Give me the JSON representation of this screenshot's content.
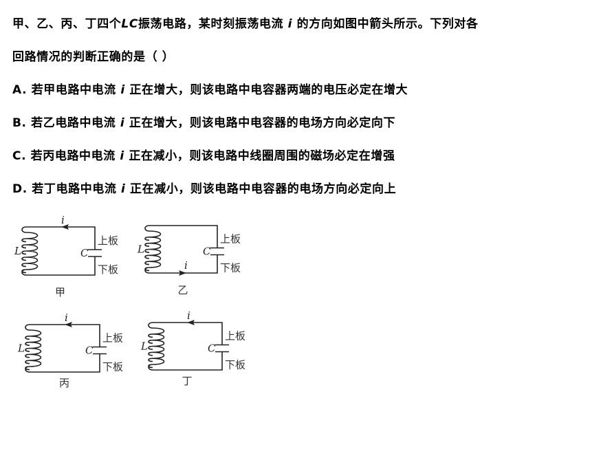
{
  "question": {
    "stem_line1_a": "甲、乙、丙、丁四个",
    "stem_lc": "LC",
    "stem_line1_b": "振荡电路，某时刻振荡电流",
    "stem_i": "i",
    "stem_line1_c": "的方向如图中箭头所示。下列对各",
    "stem_line2": "回路情况的判断正确的是（   ）",
    "options": [
      {
        "pre": "A. 若甲电路中电流",
        "i": "i",
        "post": "正在增大，则该电路中电容器两端的电压必定在增大"
      },
      {
        "pre": "B. 若乙电路中电流",
        "i": "i",
        "post": "正在增大，则该电路中电容器的电场方向必定向下"
      },
      {
        "pre": "C. 若丙电路中电流",
        "i": "i",
        "post": "正在减小，则该电路中线圈周围的磁场必定在增强"
      },
      {
        "pre": "D. 若丁电路中电流",
        "i": "i",
        "post": "正在减小，则该电路中电容器的电场方向必定向上"
      }
    ]
  },
  "figure": {
    "inductor_label": "L",
    "capacitor_label": "C",
    "current_label": "i",
    "upper_plate": "上板",
    "lower_plate": "下板",
    "circuits": [
      "甲",
      "乙",
      "丙",
      "丁"
    ]
  }
}
